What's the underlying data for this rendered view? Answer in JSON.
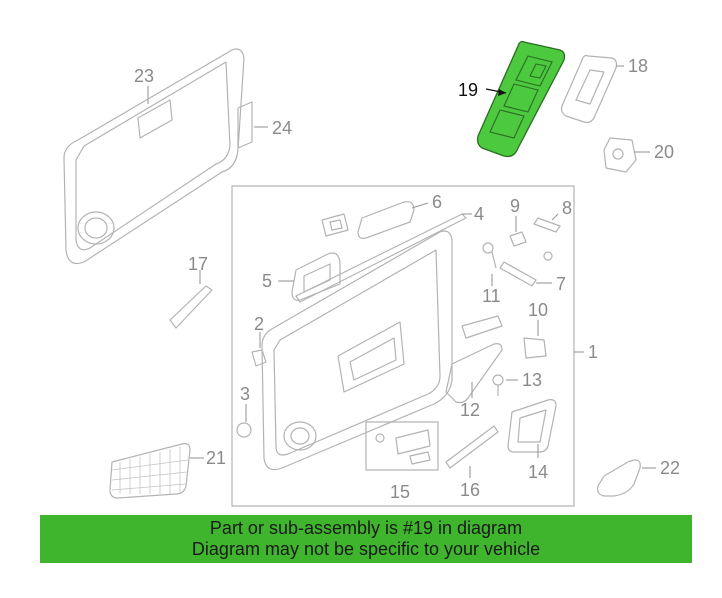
{
  "diagram": {
    "highlight_color": "#4cc93f",
    "banner_color": "#3fb52e",
    "callouts": [
      {
        "id": "1",
        "label": "1"
      },
      {
        "id": "2",
        "label": "2"
      },
      {
        "id": "3",
        "label": "3"
      },
      {
        "id": "4",
        "label": "4"
      },
      {
        "id": "5",
        "label": "5"
      },
      {
        "id": "6",
        "label": "6"
      },
      {
        "id": "7",
        "label": "7"
      },
      {
        "id": "8",
        "label": "8"
      },
      {
        "id": "9",
        "label": "9"
      },
      {
        "id": "10",
        "label": "10"
      },
      {
        "id": "11",
        "label": "11"
      },
      {
        "id": "12",
        "label": "12"
      },
      {
        "id": "13",
        "label": "13"
      },
      {
        "id": "14",
        "label": "14"
      },
      {
        "id": "15",
        "label": "15"
      },
      {
        "id": "16",
        "label": "16"
      },
      {
        "id": "17",
        "label": "17"
      },
      {
        "id": "18",
        "label": "18"
      },
      {
        "id": "19",
        "label": "19",
        "highlighted": true
      },
      {
        "id": "20",
        "label": "20"
      },
      {
        "id": "21",
        "label": "21"
      },
      {
        "id": "22",
        "label": "22"
      },
      {
        "id": "23",
        "label": "23"
      },
      {
        "id": "24",
        "label": "24"
      }
    ]
  },
  "banner": {
    "line1": "Part or sub-assembly is #19 in diagram",
    "line2": "Diagram may not be specific to your vehicle"
  }
}
